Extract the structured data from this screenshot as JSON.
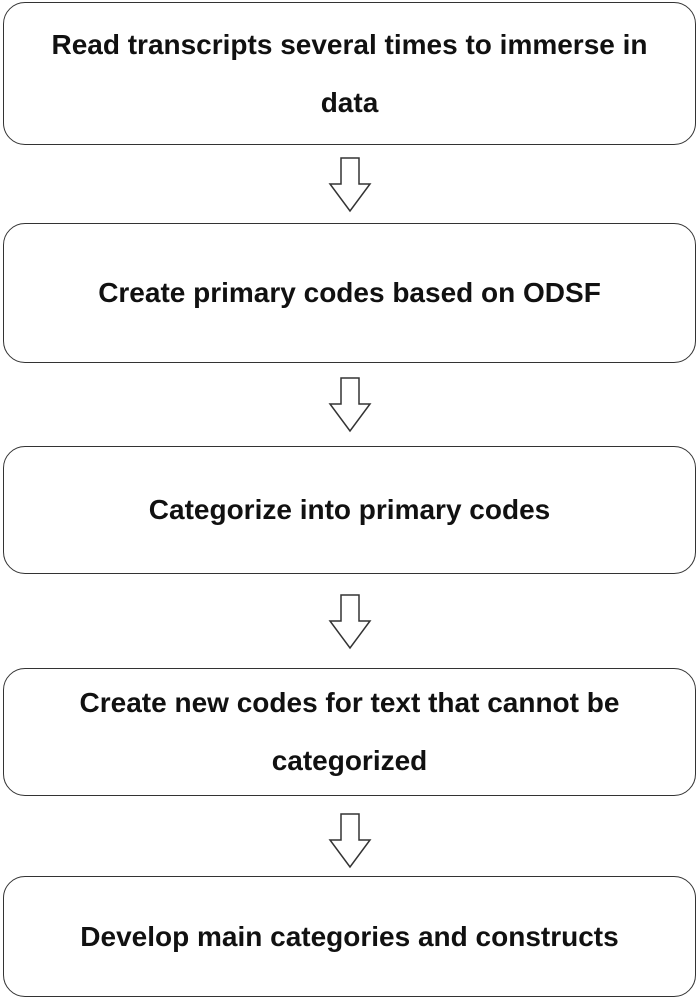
{
  "flowchart": {
    "steps": [
      {
        "id": "step-1",
        "label": "Read transcripts several times to immerse in data"
      },
      {
        "id": "step-2",
        "label": "Create primary codes based on ODSF"
      },
      {
        "id": "step-3",
        "label": "Categorize into primary codes"
      },
      {
        "id": "step-4",
        "label": "Create new codes for text that cannot be categorized"
      },
      {
        "id": "step-5",
        "label": "Develop main categories and constructs"
      }
    ],
    "connector": "down-arrow-icon",
    "colors": {
      "border": "#333333",
      "text": "#111111",
      "background": "#ffffff"
    }
  }
}
